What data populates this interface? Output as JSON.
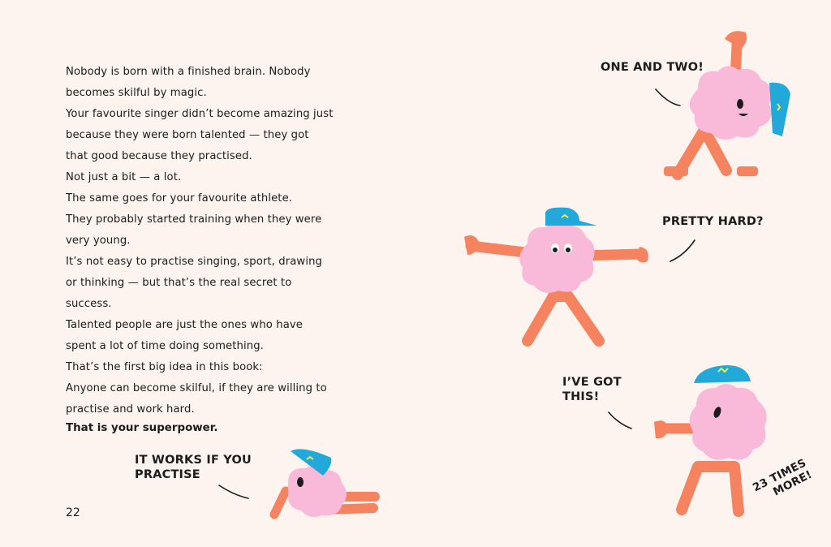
{
  "book": {
    "page_number": "22",
    "paragraphs": [
      "Nobody is born with a finished brain. Nobody becomes skilful by magic.",
      "Your favourite singer didn’t become amazing just because they were born talented — they got that good because they practised.",
      "Not just a bit — a lot.",
      "The same goes for your favourite athlete.",
      "They probably started training when they were very young.",
      "It’s not easy to practise singing, sport, drawing or thinking — but that’s the real secret to success.",
      "Talented people are just the ones who have spent a lot of time doing something.",
      "That’s the first big idea in this book:",
      "Anyone can become skilful, if they are willing to practise and work hard."
    ],
    "emphasis": "That is your superpower."
  },
  "illustrations": {
    "speech_one": "ONE AND TWO!",
    "speech_hard": "PRETTY HARD?",
    "speech_got": "I’VE GOT\nTHIS!",
    "speech_works": "IT WORKS IF YOU\nPRACTISE",
    "speech_times": "23 TIMES\nMORE!"
  },
  "colors": {
    "background": "#fdf3ef",
    "brain": "#f9b9d9",
    "limbs": "#f5835f",
    "cap": "#22a9d9",
    "cap_squiggle": "#e8f04a",
    "text": "#1c1c1c"
  }
}
